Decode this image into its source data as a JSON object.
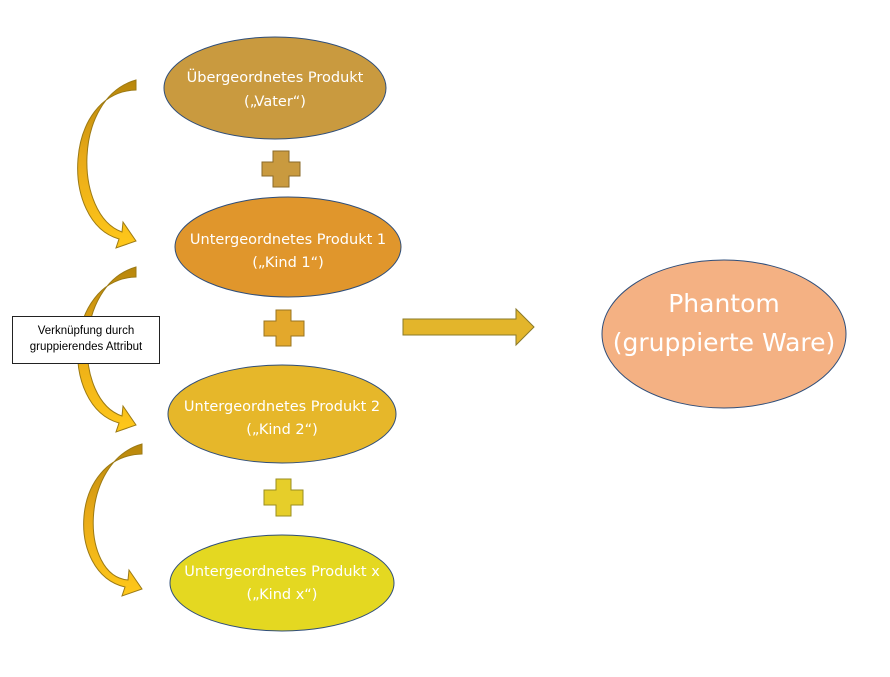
{
  "nodes": [
    {
      "line1": "Übergeordnetes Produkt",
      "line2": "(„Vater“)",
      "color": "#C99A3F"
    },
    {
      "line1": "Untergeordnetes Produkt 1",
      "line2": "(„Kind 1“)",
      "color": "#E0962C"
    },
    {
      "line1": "Untergeordnetes Produkt 2",
      "line2": "(„Kind 2“)",
      "color": "#E6B72A"
    },
    {
      "line1": "Untergeordnetes Produkt x",
      "line2": "(„Kind x“)",
      "color": "#E4D821"
    }
  ],
  "phantom": {
    "line1": "Phantom",
    "line2": "(gruppierte Ware)",
    "color": "#F4B183"
  },
  "callout": {
    "line1": "Verknüpfung durch",
    "line2": "gruppierendes Attribut"
  },
  "colors": {
    "plus_1": "#C99A3F",
    "plus_2": "#E3A82C",
    "plus_3": "#E6CE2A",
    "arrow_right": "#E3B52B",
    "curved_arrow": "#F2B318"
  }
}
